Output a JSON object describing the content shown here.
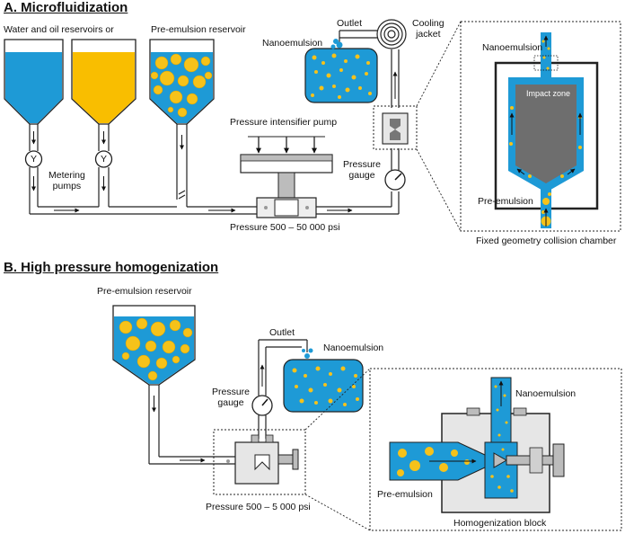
{
  "section_a": {
    "title": "A. Microfluidization",
    "reservoirs_label": "Water and oil reservoirs or",
    "pre_emulsion_reservoir_label": "Pre-emulsion reservoir",
    "outlet_label": "Outlet",
    "cooling_jacket_label": "Cooling\njacket",
    "nanoemulsion_label": "Nanoemulsion",
    "intensifier_label": "Pressure intensifier pump",
    "metering_pumps_label": "Metering\npumps",
    "gauge_label": "Pressure\ngauge",
    "pressure_label": "Pressure 500 – 50 000 psi",
    "chamber_nanoemulsion_label": "Nanoemulsion",
    "impact_zone_label": "Impact zone",
    "chamber_pre_emulsion_label": "Pre-emulsion",
    "chamber_caption": "Fixed geometry collision chamber",
    "pump_symbol": "Y"
  },
  "section_b": {
    "title": "B. High pressure homogenization",
    "reservoir_label": "Pre-emulsion reservoir",
    "outlet_label": "Outlet",
    "nanoemulsion_label": "Nanoemulsion",
    "gauge_label": "Pressure\ngauge",
    "pressure_label": "Pressure 500 – 5 000 psi",
    "block_nanoemulsion_label": "Nanoemulsion",
    "block_pre_emulsion_label": "Pre-emulsion",
    "block_caption": "Homogenization block"
  },
  "colors": {
    "water": "#1e9ad6",
    "oil": "#f9be00",
    "droplet": "#f6c21a",
    "chamber_gray": "#6e6e6e",
    "block_gray": "#e6e6e6",
    "line": "#222222"
  }
}
